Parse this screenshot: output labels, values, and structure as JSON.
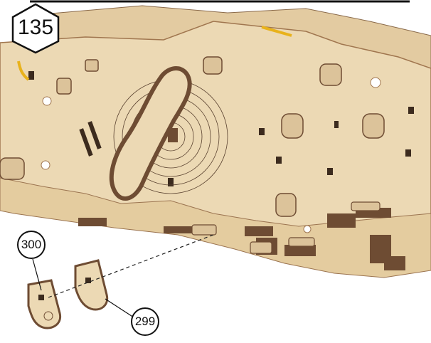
{
  "step": {
    "number": "135"
  },
  "parts": [
    {
      "id": "300"
    },
    {
      "id": "299"
    }
  ],
  "colors": {
    "wood_light": "#ecd9b4",
    "wood_mid": "#dcc39a",
    "wood_edge": "#a0764f",
    "wood_dark": "#6e4c33",
    "rubber_band": "#e8b21c"
  }
}
